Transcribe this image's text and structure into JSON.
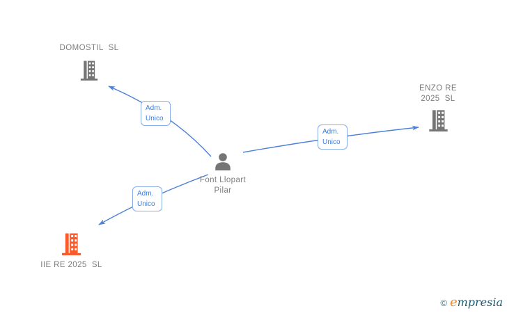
{
  "diagram": {
    "type": "corporate-relationship-graph",
    "person": {
      "label": "Font Llopart\nPilar"
    },
    "companies": [
      {
        "id": "domostil",
        "label": "DOMOSTIL  SL",
        "highlight": false
      },
      {
        "id": "enzo-re",
        "label": "ENZO RE\n2025  SL",
        "highlight": false
      },
      {
        "id": "iie-re",
        "label": "IIE RE 2025  SL",
        "highlight": true
      }
    ],
    "edges": [
      {
        "from": "Font Llopart Pilar",
        "to": "DOMOSTIL SL",
        "label": "Adm.\nUnico"
      },
      {
        "from": "Font Llopart Pilar",
        "to": "ENZO RE 2025 SL",
        "label": "Adm.\nUnico"
      },
      {
        "from": "Font Llopart Pilar",
        "to": "IIE RE 2025 SL",
        "label": "Adm.\nUnico"
      }
    ]
  },
  "colors": {
    "edge": "#4d80d8",
    "edge_chip_border": "#86ace9",
    "edge_chip_text": "#3c7de2",
    "icon_gray": "#757575",
    "icon_orange": "#fb5a2b",
    "node_label_text": "#7d7d7d",
    "logo_copyright": "#2b8196",
    "logo_e": "#f18a1e",
    "logo_rest": "#1d5a70"
  },
  "footer": {
    "copyright": "©",
    "brand_e": "e",
    "brand_rest": "mpresia"
  }
}
